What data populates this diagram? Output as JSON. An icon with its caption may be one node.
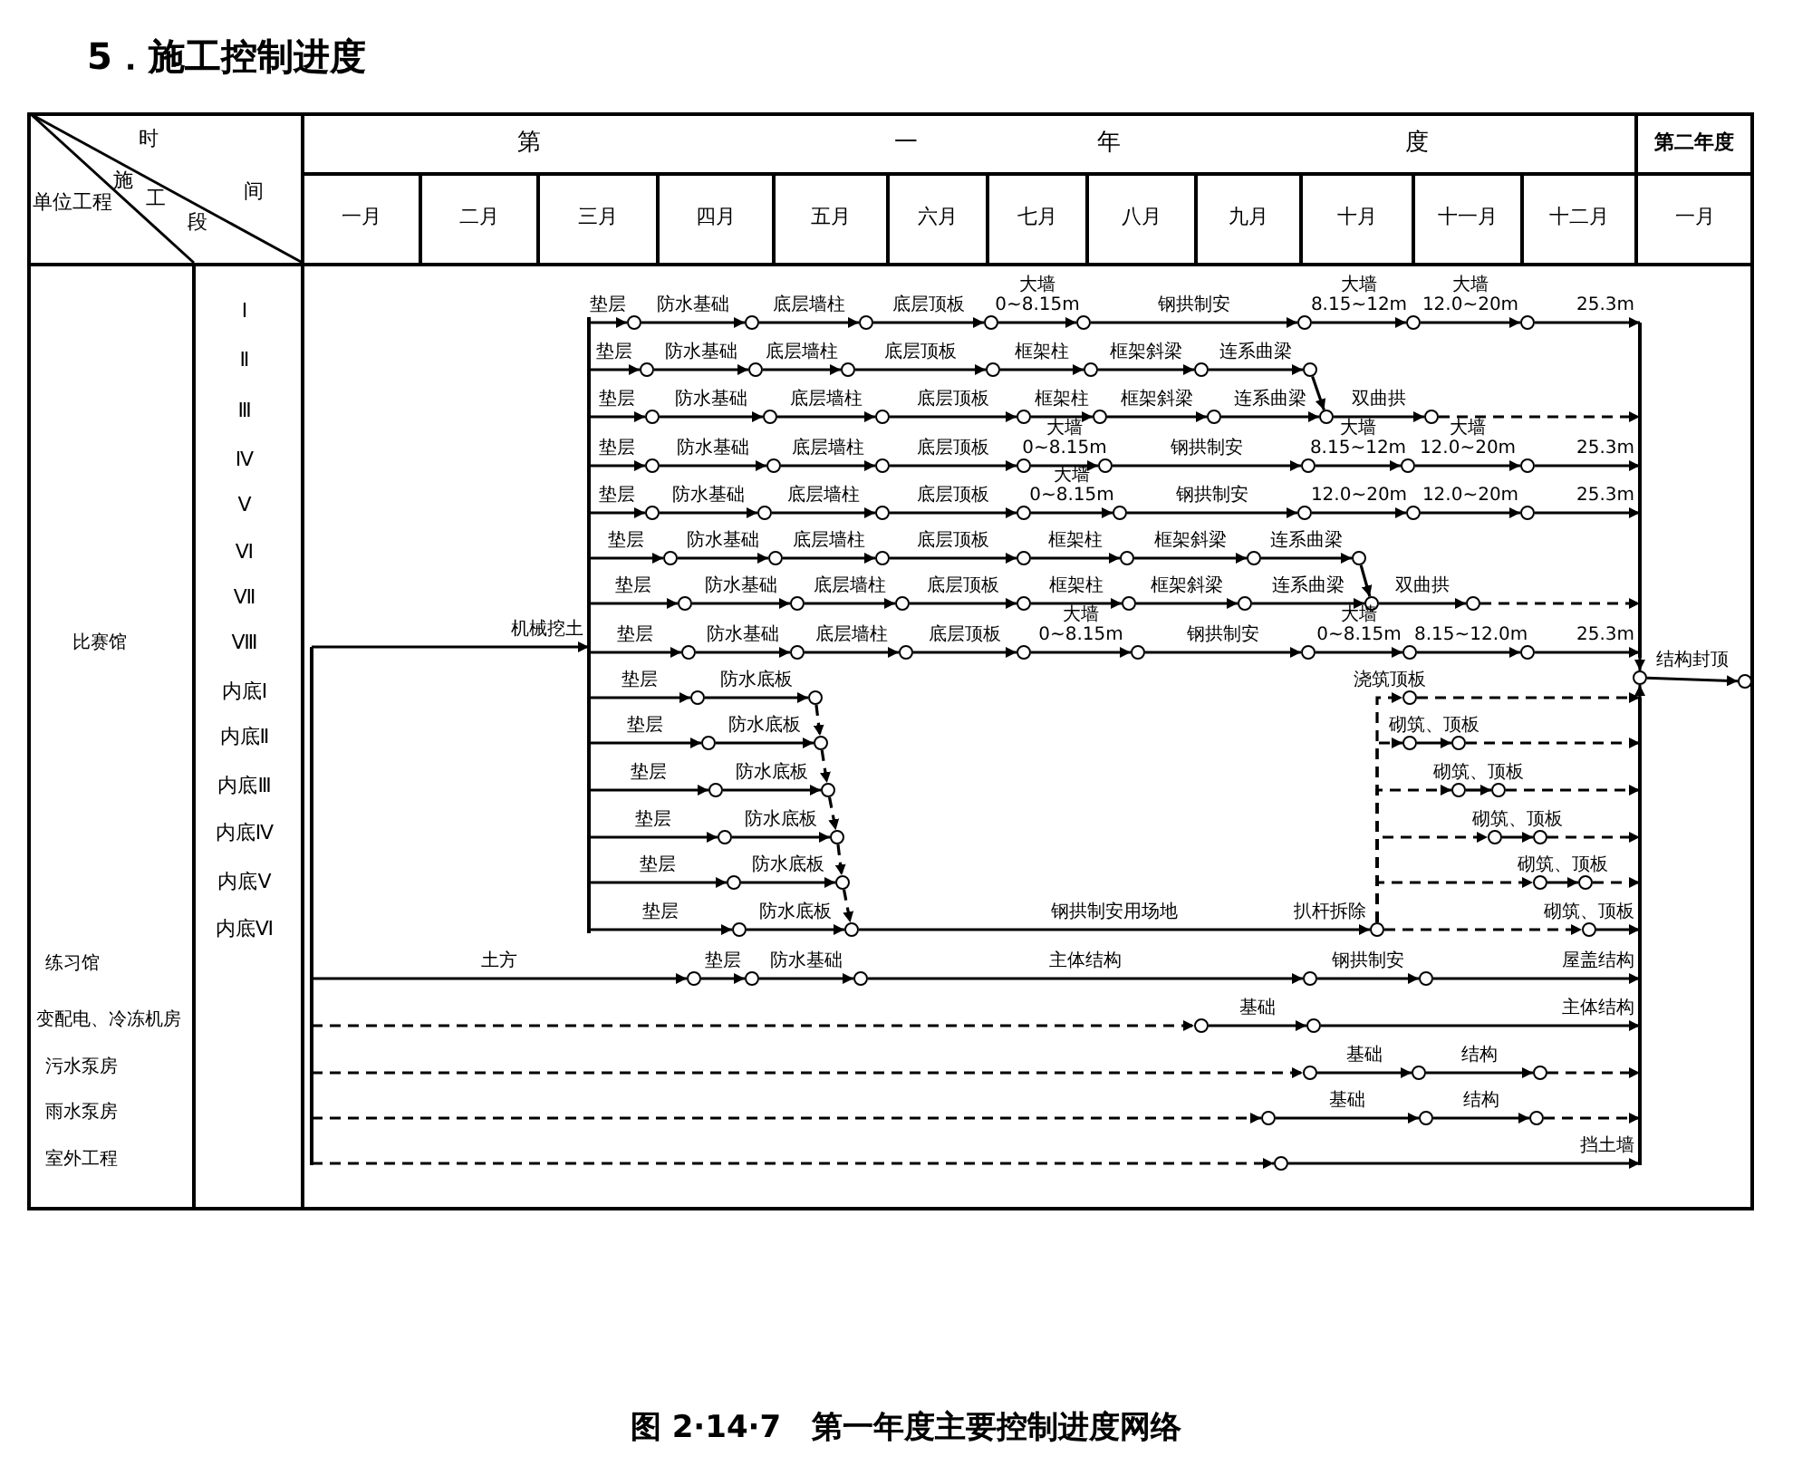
{
  "diagram": {
    "title": "5．施工控制进度",
    "caption": "图 2·14·7　第一年度主要控制进度网络",
    "nodes": [
      {
        "text": [],
        "shape": "bar"
      },
      {
        "text": [],
        "shape": "circle"
      },
      {
        "text": [],
        "shape": "circle"
      },
      {
        "text": [],
        "shape": "circle"
      },
      {
        "text": [],
        "shape": "circle"
      },
      {
        "text": [],
        "shape": "circle"
      },
      {
        "text": [],
        "shape": "circle"
      },
      {
        "text": [],
        "shape": "circle"
      },
      {
        "text": [],
        "shape": "circle"
      },
      {
        "text": [],
        "shape": "bar"
      },
      {
        "text": [],
        "shape": "circle"
      },
      {
        "text": [],
        "shape": "circle"
      },
      {
        "text": [],
        "shape": "circle"
      },
      {
        "text": [],
        "shape": "circle"
      },
      {
        "text": [],
        "shape": "circle"
      },
      {
        "text": [],
        "shape": "circle"
      },
      {
        "text": [],
        "shape": "circle"
      },
      {
        "text": [],
        "shape": "circle"
      },
      {
        "text": [],
        "shape": "circle"
      },
      {
        "text": [],
        "shape": "circle"
      },
      {
        "text": [],
        "shape": "circle"
      },
      {
        "text": [],
        "shape": "circle"
      },
      {
        "text": [],
        "shape": "circle"
      },
      {
        "text": [],
        "shape": "circle"
      },
      {
        "text": [],
        "shape": "circle"
      },
      {
        "text": [],
        "shape": "circle"
      },
      {
        "text": [],
        "shape": "circle"
      },
      {
        "text": [],
        "shape": "circle"
      },
      {
        "text": [],
        "shape": "circle"
      },
      {
        "text": [],
        "shape": "circle"
      },
      {
        "text": [],
        "shape": "circle"
      },
      {
        "text": [],
        "shape": "circle"
      },
      {
        "text": [],
        "shape": "circle"
      },
      {
        "text": [],
        "shape": "circle"
      },
      {
        "text": [],
        "shape": "circle"
      },
      {
        "text": [],
        "shape": "circle"
      },
      {
        "text": [],
        "shape": "circle"
      },
      {
        "text": [],
        "shape": "circle"
      },
      {
        "text": [],
        "shape": "circle"
      },
      {
        "text": [],
        "shape": "circle"
      },
      {
        "text": [],
        "shape": "circle"
      },
      {
        "text": [],
        "shape": "circle"
      },
      {
        "text": [],
        "shape": "circle"
      },
      {
        "text": [],
        "shape": "circle"
      },
      {
        "text": [],
        "shape": "circle"
      },
      {
        "text": [],
        "shape": "circle"
      },
      {
        "text": [],
        "shape": "circle"
      },
      {
        "text": [],
        "shape": "circle"
      },
      {
        "text": [],
        "shape": "circle"
      },
      {
        "text": [],
        "shape": "circle"
      },
      {
        "text": [],
        "shape": "circle"
      },
      {
        "text": [],
        "shape": "circle"
      },
      {
        "text": [],
        "shape": "circle"
      },
      {
        "text": [],
        "shape": "circle"
      },
      {
        "text": [],
        "shape": "circle"
      },
      {
        "text": [],
        "shape": "circle"
      },
      {
        "text": [],
        "shape": "bar"
      },
      {
        "text": [],
        "shape": "circle"
      },
      {
        "text": [],
        "shape": "circle"
      },
      {
        "text": [],
        "shape": "circle"
      },
      {
        "text": [],
        "shape": "circle"
      },
      {
        "text": [],
        "shape": "circle"
      },
      {
        "text": [],
        "shape": "circle"
      },
      {
        "text": [],
        "shape": "circle"
      },
      {
        "text": [],
        "shape": "circle"
      },
      {
        "text": [],
        "shape": "circle"
      },
      {
        "text": [],
        "shape": "circle"
      },
      {
        "text": [],
        "shape": "circle"
      },
      {
        "text": [],
        "shape": "circle"
      },
      {
        "text": [],
        "shape": "circle"
      },
      {
        "text": [],
        "shape": "circle"
      },
      {
        "text": [],
        "shape": "circle"
      },
      {
        "text": [],
        "shape": "circle"
      },
      {
        "text": [],
        "shape": "circle"
      },
      {
        "text": [],
        "shape": "circle"
      },
      {
        "text": [],
        "shape": "circle"
      },
      {
        "text": [],
        "shape": "circle"
      },
      {
        "text": [],
        "shape": "circle"
      },
      {
        "text": [],
        "shape": "circle"
      },
      {
        "text": [],
        "shape": "circle"
      },
      {
        "text": [],
        "shape": "circle"
      },
      {
        "text": [],
        "shape": "circle"
      },
      {
        "text": [],
        "shape": "circle"
      },
      {
        "text": [],
        "shape": "circle"
      },
      {
        "text": [],
        "shape": "circle"
      },
      {
        "text": [],
        "shape": "circle"
      },
      {
        "text": [],
        "shape": "circle"
      },
      {
        "text": [],
        "shape": "circle"
      },
      {
        "text": [],
        "shape": "circle",
        "beside": [
          "扒杆拆除"
        ]
      },
      {
        "text": [],
        "shape": "circle"
      },
      {
        "text": [],
        "shape": "bar"
      },
      {
        "text": [],
        "shape": "circle"
      },
      {
        "text": [],
        "shape": "circle"
      },
      {
        "text": [],
        "shape": "circle"
      },
      {
        "text": [],
        "shape": "circle"
      },
      {
        "text": [],
        "shape": "circle"
      },
      {
        "text": [],
        "shape": "circle"
      },
      {
        "text": [],
        "shape": "circle"
      },
      {
        "text": [],
        "shape": "circle"
      },
      {
        "text": [],
        "shape": "circle"
      },
      {
        "text": [],
        "shape": "circle"
      },
      {
        "text": [],
        "shape": "circle"
      },
      {
        "text": [],
        "shape": "circle"
      },
      {
        "text": [],
        "shape": "circle"
      },
      {
        "text": [],
        "shape": "circle"
      }
    ],
    "edges": [
      {
        "from": 0,
        "to": 1,
        "arrow": "to",
        "label": "垫层"
      },
      {
        "from": 1,
        "to": 2,
        "arrow": "to",
        "label": "防水基础"
      },
      {
        "from": 2,
        "to": 3,
        "arrow": "to",
        "label": "底层墙柱"
      },
      {
        "from": 3,
        "to": 4,
        "arrow": "to",
        "label": "底层顶板"
      },
      {
        "from": 4,
        "to": 5,
        "arrow": "to",
        "label": "大墙 0~8.15m"
      },
      {
        "from": 5,
        "to": 6,
        "arrow": "to",
        "label": "钢拱制安"
      },
      {
        "from": 6,
        "to": 7,
        "arrow": "to",
        "label": "大墙 8.15~12m"
      },
      {
        "from": 7,
        "to": 8,
        "arrow": "to",
        "label": "大墙 12.0~20m"
      },
      {
        "from": 8,
        "to": 9,
        "arrow": "to",
        "label": "25.3m"
      },
      {
        "from": 0,
        "to": 10,
        "arrow": "to",
        "label": "垫层"
      },
      {
        "from": 10,
        "to": 11,
        "arrow": "to",
        "label": "防水基础"
      },
      {
        "from": 11,
        "to": 12,
        "arrow": "to",
        "label": "底层墙柱"
      },
      {
        "from": 12,
        "to": 13,
        "arrow": "to",
        "label": "底层顶板"
      },
      {
        "from": 13,
        "to": 14,
        "arrow": "to",
        "label": "框架柱"
      },
      {
        "from": 14,
        "to": 15,
        "arrow": "to",
        "label": "框架斜梁"
      },
      {
        "from": 15,
        "to": 16,
        "arrow": "to",
        "label": "连系曲梁"
      },
      {
        "from": 16,
        "to": 23,
        "arrow": "to"
      },
      {
        "from": 0,
        "to": 17,
        "arrow": "to",
        "label": "垫层"
      },
      {
        "from": 17,
        "to": 18,
        "arrow": "to",
        "label": "防水基础"
      },
      {
        "from": 18,
        "to": 19,
        "arrow": "to",
        "label": "底层墙柱"
      },
      {
        "from": 19,
        "to": 20,
        "arrow": "to",
        "label": "底层顶板"
      },
      {
        "from": 20,
        "to": 21,
        "arrow": "to",
        "label": "框架柱"
      },
      {
        "from": 21,
        "to": 22,
        "arrow": "to",
        "label": "框架斜梁"
      },
      {
        "from": 22,
        "to": 23,
        "arrow": "to",
        "label": "连系曲梁"
      },
      {
        "from": 23,
        "to": 24,
        "arrow": "to",
        "label": "双曲拱"
      },
      {
        "from": 24,
        "to": 9,
        "arrow": "to",
        "style": "dashed"
      },
      {
        "from": 0,
        "to": 25,
        "arrow": "to",
        "label": "垫层"
      },
      {
        "from": 25,
        "to": 26,
        "arrow": "to",
        "label": "防水基础"
      },
      {
        "from": 26,
        "to": 27,
        "arrow": "to",
        "label": "底层墙柱"
      },
      {
        "from": 27,
        "to": 28,
        "arrow": "to",
        "label": "底层顶板"
      },
      {
        "from": 28,
        "to": 29,
        "arrow": "to",
        "label": "大墙 0~8.15m"
      },
      {
        "from": 29,
        "to": 30,
        "arrow": "to",
        "label": "钢拱制安"
      },
      {
        "from": 30,
        "to": 31,
        "arrow": "to",
        "label": "大墙 8.15~12m"
      },
      {
        "from": 31,
        "to": 32,
        "arrow": "to",
        "label": "大墙 12.0~20m"
      },
      {
        "from": 32,
        "to": 9,
        "arrow": "to",
        "label": "25.3m"
      },
      {
        "from": 0,
        "to": 33,
        "arrow": "to",
        "label": "垫层"
      },
      {
        "from": 33,
        "to": 34,
        "arrow": "to",
        "label": "防水基础"
      },
      {
        "from": 34,
        "to": 35,
        "arrow": "to",
        "label": "底层墙柱"
      },
      {
        "from": 35,
        "to": 36,
        "arrow": "to",
        "label": "底层顶板"
      },
      {
        "from": 36,
        "to": 37,
        "arrow": "to",
        "label": "大墙 0~8.15m"
      },
      {
        "from": 37,
        "to": 38,
        "arrow": "to",
        "label": "钢拱制安"
      },
      {
        "from": 38,
        "to": 39,
        "arrow": "to",
        "label": "12.0~20m"
      },
      {
        "from": 39,
        "to": 40,
        "arrow": "to",
        "label": "12.0~20m"
      },
      {
        "from": 40,
        "to": 9,
        "arrow": "to",
        "label": "25.3m"
      },
      {
        "from": 0,
        "to": 41,
        "arrow": "to",
        "label": "垫层"
      },
      {
        "from": 41,
        "to": 42,
        "arrow": "to",
        "label": "防水基础"
      },
      {
        "from": 42,
        "to": 43,
        "arrow": "to",
        "label": "底层墙柱"
      },
      {
        "from": 43,
        "to": 44,
        "arrow": "to",
        "label": "底层顶板"
      },
      {
        "from": 44,
        "to": 45,
        "arrow": "to",
        "label": "框架柱"
      },
      {
        "from": 45,
        "to": 46,
        "arrow": "to",
        "label": "框架斜梁"
      },
      {
        "from": 46,
        "to": 47,
        "arrow": "to",
        "label": "连系曲梁"
      },
      {
        "from": 47,
        "to": 54,
        "arrow": "to"
      },
      {
        "from": 0,
        "to": 48,
        "arrow": "to",
        "label": "垫层"
      },
      {
        "from": 48,
        "to": 49,
        "arrow": "to",
        "label": "防水基础"
      },
      {
        "from": 49,
        "to": 50,
        "arrow": "to",
        "label": "底层墙柱"
      },
      {
        "from": 50,
        "to": 51,
        "arrow": "to",
        "label": "底层顶板"
      },
      {
        "from": 51,
        "to": 52,
        "arrow": "to",
        "label": "框架柱"
      },
      {
        "from": 52,
        "to": 53,
        "arrow": "to",
        "label": "框架斜梁"
      },
      {
        "from": 53,
        "to": 54,
        "arrow": "to",
        "label": "连系曲梁"
      },
      {
        "from": 54,
        "to": 55,
        "arrow": "to",
        "label": "双曲拱"
      },
      {
        "from": 55,
        "to": 9,
        "arrow": "to",
        "style": "dashed"
      },
      {
        "from": 56,
        "to": 0,
        "arrow": "to",
        "label": "机械挖土"
      },
      {
        "from": 0,
        "to": 57,
        "arrow": "to",
        "label": "垫层"
      },
      {
        "from": 57,
        "to": 58,
        "arrow": "to",
        "label": "防水基础"
      },
      {
        "from": 58,
        "to": 59,
        "arrow": "to",
        "label": "底层墙柱"
      },
      {
        "from": 59,
        "to": 60,
        "arrow": "to",
        "label": "底层顶板"
      },
      {
        "from": 60,
        "to": 61,
        "arrow": "to",
        "label": "大墙 0~8.15m"
      },
      {
        "from": 61,
        "to": 62,
        "arrow": "to",
        "label": "钢拱制安"
      },
      {
        "from": 62,
        "to": 63,
        "arrow": "to",
        "label": "大墙 0~8.15m"
      },
      {
        "from": 63,
        "to": 64,
        "arrow": "to",
        "label": "8.15~12.0m"
      },
      {
        "from": 64,
        "to": 9,
        "arrow": "to",
        "label": "25.3m"
      },
      {
        "from": 9,
        "to": 65,
        "arrow": "to"
      },
      {
        "from": 90,
        "to": 65,
        "arrow": "to"
      },
      {
        "from": 65,
        "to": 66,
        "arrow": "to",
        "label": "结构封顶"
      },
      {
        "from": 0,
        "to": 67,
        "arrow": "to",
        "label": "垫层"
      },
      {
        "from": 67,
        "to": 68,
        "arrow": "to",
        "label": "防水底板"
      },
      {
        "from": 0,
        "to": 70,
        "arrow": "to",
        "label": "垫层"
      },
      {
        "from": 70,
        "to": 71,
        "arrow": "to",
        "label": "防水底板"
      },
      {
        "from": 0,
        "to": 74,
        "arrow": "to",
        "label": "垫层"
      },
      {
        "from": 74,
        "to": 75,
        "arrow": "to",
        "label": "防水底板"
      },
      {
        "from": 0,
        "to": 78,
        "arrow": "to",
        "label": "垫层"
      },
      {
        "from": 78,
        "to": 79,
        "arrow": "to",
        "label": "防水底板"
      },
      {
        "from": 0,
        "to": 82,
        "arrow": "to",
        "label": "垫层"
      },
      {
        "from": 82,
        "to": 83,
        "arrow": "to",
        "label": "防水底板"
      },
      {
        "from": 0,
        "to": 86,
        "arrow": "to",
        "label": "垫层"
      },
      {
        "from": 86,
        "to": 87,
        "arrow": "to",
        "label": "防水底板"
      },
      {
        "from": 68,
        "to": 71,
        "arrow": "to",
        "style": "dashed"
      },
      {
        "from": 71,
        "to": 75,
        "arrow": "to",
        "style": "dashed"
      },
      {
        "from": 75,
        "to": 79,
        "arrow": "to",
        "style": "dashed"
      },
      {
        "from": 79,
        "to": 83,
        "arrow": "to",
        "style": "dashed"
      },
      {
        "from": 83,
        "to": 87,
        "arrow": "to",
        "style": "dashed"
      },
      {
        "from": 87,
        "to": 88,
        "arrow": "to",
        "label": "钢拱制安用场地"
      },
      {
        "from": 88,
        "to": 69,
        "arrow": "to",
        "style": "dashed",
        "label": "浇筑顶板"
      },
      {
        "from": 69,
        "to": 90,
        "arrow": "to",
        "style": "dashed"
      },
      {
        "from": 88,
        "to": 72,
        "arrow": "to",
        "style": "dashed"
      },
      {
        "from": 72,
        "to": 73,
        "arrow": "to",
        "label": "砌筑、顶板"
      },
      {
        "from": 73,
        "to": 90,
        "arrow": "to",
        "style": "dashed"
      },
      {
        "from": 88,
        "to": 76,
        "arrow": "to",
        "style": "dashed"
      },
      {
        "from": 76,
        "to": 77,
        "arrow": "to",
        "label": "砌筑、顶板"
      },
      {
        "from": 77,
        "to": 90,
        "arrow": "to",
        "style": "dashed"
      },
      {
        "from": 88,
        "to": 80,
        "arrow": "to",
        "style": "dashed"
      },
      {
        "from": 80,
        "to": 81,
        "arrow": "to",
        "label": "砌筑、顶板"
      },
      {
        "from": 81,
        "to": 90,
        "arrow": "to",
        "style": "dashed"
      },
      {
        "from": 88,
        "to": 84,
        "arrow": "to",
        "style": "dashed"
      },
      {
        "from": 84,
        "to": 85,
        "arrow": "to",
        "label": "砌筑、顶板"
      },
      {
        "from": 85,
        "to": 90,
        "arrow": "to",
        "style": "dashed"
      },
      {
        "from": 88,
        "to": 89,
        "arrow": "to",
        "style": "dashed"
      },
      {
        "from": 89,
        "to": 90,
        "arrow": "to",
        "label": "砌筑、顶板"
      },
      {
        "from": 56,
        "to": 91,
        "arrow": "to",
        "label": "土方"
      },
      {
        "from": 91,
        "to": 92,
        "arrow": "to",
        "label": "垫层"
      },
      {
        "from": 92,
        "to": 93,
        "arrow": "to",
        "label": "防水基础"
      },
      {
        "from": 93,
        "to": 94,
        "arrow": "to",
        "label": "主体结构"
      },
      {
        "from": 94,
        "to": 95,
        "arrow": "to",
        "label": "钢拱制安"
      },
      {
        "from": 95,
        "to": 90,
        "arrow": "to",
        "label": "屋盖结构"
      },
      {
        "from": 56,
        "to": 96,
        "arrow": "to",
        "style": "dashed"
      },
      {
        "from": 96,
        "to": 97,
        "arrow": "to",
        "label": "基础"
      },
      {
        "from": 97,
        "to": 90,
        "arrow": "to",
        "label": "主体结构"
      },
      {
        "from": 56,
        "to": 98,
        "arrow": "to",
        "style": "dashed"
      },
      {
        "from": 98,
        "to": 99,
        "arrow": "to",
        "label": "基础"
      },
      {
        "from": 99,
        "to": 100,
        "arrow": "to",
        "label": "结构"
      },
      {
        "from": 100,
        "to": 90,
        "arrow": "to",
        "style": "dashed"
      },
      {
        "from": 56,
        "to": 101,
        "arrow": "to",
        "style": "dashed"
      },
      {
        "from": 101,
        "to": 102,
        "arrow": "to",
        "label": "基础"
      },
      {
        "from": 102,
        "to": 103,
        "arrow": "to",
        "label": "结构"
      },
      {
        "from": 103,
        "to": 90,
        "arrow": "to",
        "style": "dashed"
      },
      {
        "from": 56,
        "to": 104,
        "arrow": "to",
        "style": "dashed"
      },
      {
        "from": 104,
        "to": 90,
        "arrow": "to",
        "label": "挡土墙"
      }
    ],
    "labels": [
      "时",
      "间",
      "施",
      "工",
      "段",
      "单位工程",
      "第",
      "一",
      "年",
      "度",
      "第二年度",
      "一月",
      "二月",
      "三月",
      "四月",
      "五月",
      "六月",
      "七月",
      "八月",
      "九月",
      "十月",
      "十一月",
      "十二月",
      "一月",
      "Ⅰ",
      "Ⅱ",
      "Ⅲ",
      "Ⅳ",
      "Ⅴ",
      "Ⅵ",
      "Ⅶ",
      "比赛馆",
      "Ⅷ",
      "内底Ⅰ",
      "内底Ⅱ",
      "内底Ⅲ",
      "内底Ⅳ",
      "内底Ⅴ",
      "内底Ⅵ",
      "练习馆",
      "变配电、冷冻机房",
      "污水泵房",
      "雨水泵房",
      "室外工程"
    ]
  }
}
